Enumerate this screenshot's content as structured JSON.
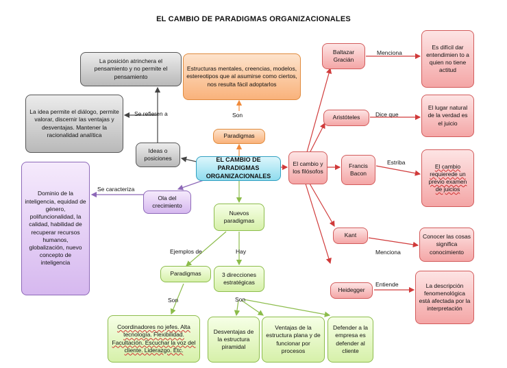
{
  "title": "EL CAMBIO DE PARADIGMAS ORGANIZACIONALES",
  "nodes": {
    "center": "EL CAMBIO DE PARADIGMAS ORGANIZACIONALES",
    "paradigmas_top": "Paradigmas",
    "estructuras": "Estructuras mentales, creencias, modelos, estereotipos que al asumirse como ciertos, nos resulta fácil adoptarlos",
    "ideas": "Ideas o posiciones",
    "posicion": "La posición atrinchera el pensamiento y no permite el pensamiento",
    "idea_dialogo": "La idea permite el diálogo, permite valorar, discernir las ventajas y desventajas. Mantener la racionalidad analítica",
    "ola": "Ola del crecimiento",
    "dominio": "Dominio de la inteligencia, equidad de género, polifuncionalidad, la calidad, habilidad de recuperar recursos humanos, globalización, nuevo concepto de inteligencia",
    "nuevos": "Nuevos paradigmas",
    "paradigmas_bottom": "Paradigmas",
    "tres": "3 direcciones estratégicas",
    "coordinadores": "Coordinadores no jefes. Alta tecnología. Flexibilidad. Facultación. Escuchar la voz del cliente. Liderazgo. Etc.",
    "desventajas": "Desventajas de la estructura piramidal",
    "ventajas": "Ventajas de la estructura plana y de funcionar por procesos",
    "defender": "Defender a la empresa es defender al cliente",
    "filosofos": "El cambio y los filósofos",
    "baltazar": "Baltazar Gracián",
    "baltazar_text": "Es difícil dar entendimien to a quien no tiene actitud",
    "aristoteles": "Aristóteles",
    "aristoteles_text": "El lugar natural de la verdad es el juicio",
    "francis": "Francis Bacon",
    "francis_text": "El cambio requierede un previo examen de juicios",
    "kant": "Kant",
    "kant_text": "Conocer las cosas significa conocimiento",
    "heidegger": "Heidegger",
    "heidegger_text": "La descripción fenomenológica está afectada por la interpretación"
  },
  "labels": {
    "son_top": "Son",
    "se_refieren": "Se refieren a",
    "se_caracteriza": "Se caracteriza",
    "ejemplos": "Ejemplos de",
    "hay": "Hay",
    "son_left": "Son",
    "son_right": "Son",
    "menciona_1": "Menciona",
    "dice_que": "Dice que",
    "estriba": "Estriba",
    "menciona_2": "Menciona",
    "entiende": "Entiende"
  },
  "colors": {
    "arrow_orange": "#f08a3a",
    "arrow_gray": "#444444",
    "arrow_purple": "#8d68b8",
    "arrow_green": "#8cbc4b",
    "arrow_red": "#d03a3a"
  }
}
